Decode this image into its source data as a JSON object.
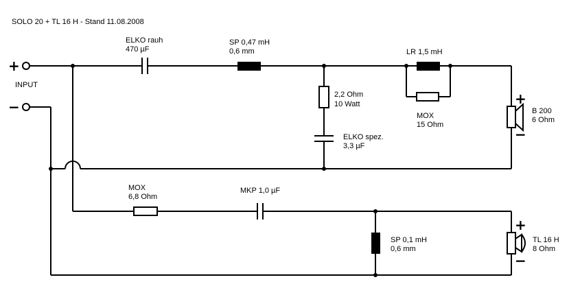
{
  "title": "SOLO 20 + TL 16 H   -  Stand 11.08.2008",
  "input": {
    "label": "INPUT",
    "plus": "+",
    "minus": "−"
  },
  "components": {
    "elko_rauh": {
      "line1": "ELKO rauh",
      "line2": "470 µF"
    },
    "sp_047": {
      "line1": "SP 0,47 mH",
      "line2": "0,6 mm"
    },
    "r_22": {
      "line1": "2,2 Ohm",
      "line2": "10 Watt"
    },
    "elko_spez": {
      "line1": "ELKO spez.",
      "line2": "3,3 µF"
    },
    "lr_15": {
      "line1": "LR 1,5 mH"
    },
    "mox_15": {
      "line1": "MOX",
      "line2": "15 Ohm"
    },
    "b200": {
      "line1": "B 200",
      "line2": "6 Ohm",
      "plus": "+",
      "minus": "−"
    },
    "mox_68": {
      "line1": "MOX",
      "line2": "6,8 Ohm"
    },
    "mkp_10": {
      "line1": "MKP 1,0 µF"
    },
    "sp_01": {
      "line1": "SP 0,1 mH",
      "line2": "0,6 mm"
    },
    "tl16h": {
      "line1": "TL 16 H",
      "line2": "8  Ohm",
      "plus": "+",
      "minus": "−"
    }
  }
}
